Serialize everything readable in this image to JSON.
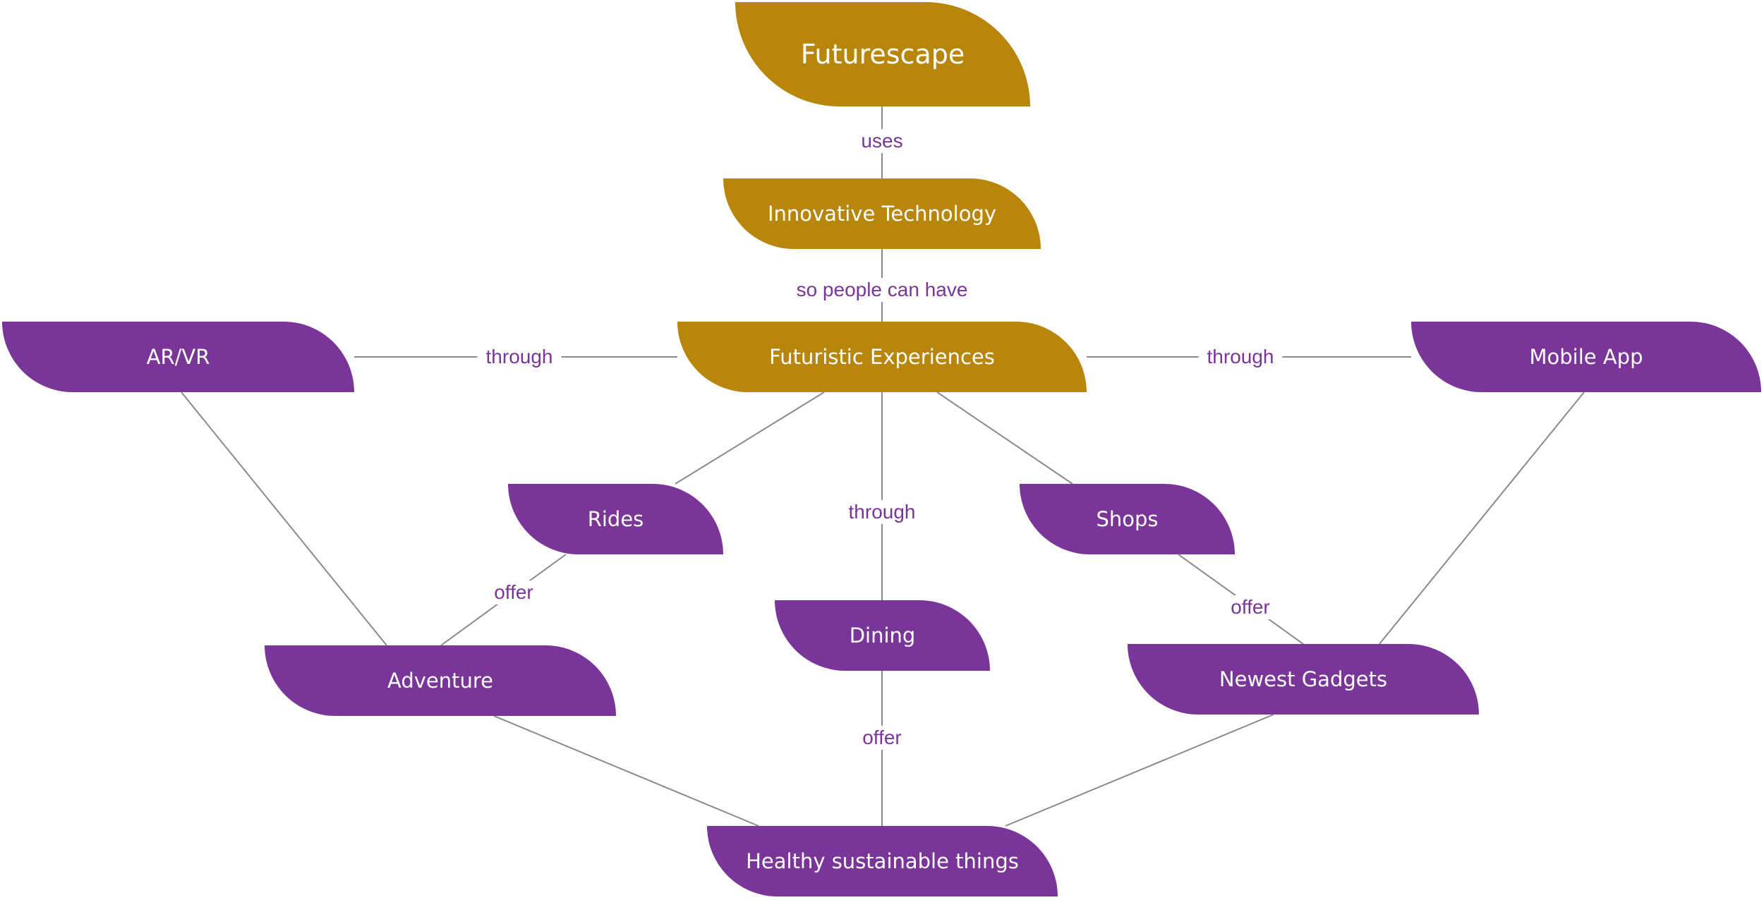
{
  "colors": {
    "gold": "#b8860b",
    "purple": "#7a3599",
    "line": "#8a8a8a",
    "label": "#7a3599"
  },
  "nodes": {
    "futurescape": "Futurescape",
    "innovative_technology": "Innovative Technology",
    "futuristic_experiences": "Futuristic Experiences",
    "ar_vr": "AR/VR",
    "mobile_app": "Mobile App",
    "rides": "Rides",
    "shops": "Shops",
    "dining": "Dining",
    "adventure": "Adventure",
    "newest_gadgets": "Newest Gadgets",
    "healthy_sustainable_things": "Healthy sustainable things"
  },
  "edge_labels": {
    "uses": "uses",
    "so_people_can_have": "so people can have",
    "through_ar_vr": "through",
    "through_mobile_app": "through",
    "through_dining": "through",
    "offer_rides": "offer",
    "offer_shops": "offer",
    "offer_dining": "offer"
  }
}
